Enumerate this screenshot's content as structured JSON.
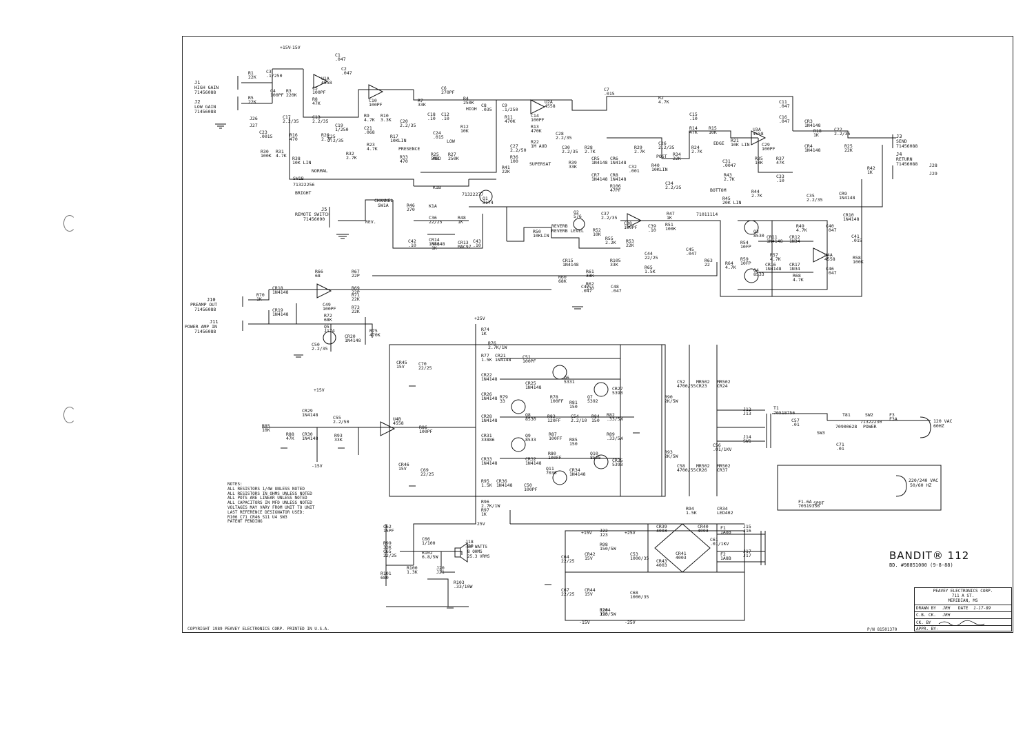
{
  "title": {
    "brand": "BANDIT® 112",
    "board_no": "BD. #98851000 (9-8-88)",
    "company": "PEAVEY ELECTRONICS CORP.",
    "address1": "711 A ST.",
    "address2": "MERIDIAN, MS",
    "drawn_by_label": "DRAWN BY",
    "drawn_by": "JRH",
    "date_label": "DATE",
    "date": "1-17-89",
    "cb_ck_label": "C.B. CK.",
    "cb_ck": "JRH",
    "ck_by_label": "CK. BY",
    "appr_label": "APPR. BY-"
  },
  "copyright": "COPYRIGHT 1989 PEAVEY ELECTRONICS CORP. PRINTED IN U.S.A.",
  "part_number": "P/N 81501370",
  "notes": [
    "NOTES:",
    "ALL RESISTORS 1/4W UNLESS NOTED",
    "ALL RESISTORS IN OHMS UNLESS NOTED",
    "ALL POTS ARE LINEAR UNLESS NOTED",
    "ALL CAPACITORS IN MFD UNLESS NOTED",
    "VOLTAGES MAY VARY FROM UNIT TO UNIT",
    "LAST REFERENCE DESIGNATOR USED:",
    "R106 C71 CR46 S11 U4 SW3",
    "PATENT PENDING"
  ],
  "speaker": {
    "line1": "80 WATTS",
    "line2": "8 OHMS",
    "line3": "25.3 VRMS"
  },
  "jacks": {
    "j1": "J1",
    "high_gain": "HIGH GAIN",
    "j1_part": "71456088",
    "j2": "J2",
    "low_gain": "LOW GAIN",
    "j2_part": "71456088",
    "j5": "J5",
    "remote": "REMOTE SWITCH",
    "j5_part": "71456090",
    "j10": "J10",
    "preamp_out": "PREAMP OUT",
    "j10_part": "71456088",
    "j11": "J11",
    "power_amp_in": "POWER AMP IN",
    "j11_part": "71456088",
    "j3": "J3",
    "send": "SEND",
    "j3_part": "71456088",
    "j4": "J4",
    "return": "RETURN",
    "j4_part": "71456088",
    "j28": "J28",
    "j29": "J29",
    "j26": "J26",
    "j27": "J27"
  },
  "labels": {
    "normal": "NORMAL",
    "bright": "BRIGHT",
    "sw1b": "SW1B",
    "sw1b_part": "71322256",
    "presence": "PRESENCE",
    "mid": "MID",
    "low": "LOW",
    "high": "HIGH",
    "supersat": "SUPERSAT",
    "post": "POST",
    "edge": "EDGE",
    "bottom": "BOTTOM",
    "reverb": "REVERB",
    "reverb_level": "REVERB LEVEL",
    "channel": "CHANNEL",
    "sw1a": "SW1A",
    "k1b": "K1B",
    "k1b_part": "71322277",
    "k1a": "K1A",
    "rev": "REV.",
    "reverb_tank": "71011114",
    "power_sw": "POWER",
    "spdt": "SPDT",
    "mains_120": "120 VAC",
    "mains_60": "60HZ",
    "mains_220": "220/240 VAC",
    "mains_50": "50/60 HZ",
    "t1": "T1",
    "t1_part": "70518756",
    "sw2": "SW2",
    "sw2_part": "71322230",
    "sw3": "SW3",
    "t81": "T81",
    "t81_part": "70900628"
  },
  "rails": {
    "p15": "+15V",
    "m15": "-15V",
    "p25": "+25V",
    "m25": "-25V"
  },
  "components": [
    {
      "t": "R1",
      "v": "22K"
    },
    {
      "t": "R5",
      "v": "22K"
    },
    {
      "t": "C3",
      "v": ".1/250"
    },
    {
      "t": "C4",
      "v": "100PF"
    },
    {
      "t": "R3",
      "v": "220K"
    },
    {
      "t": "C1",
      "v": ".047"
    },
    {
      "t": "C2",
      "v": ".047"
    },
    {
      "t": "U1A",
      "v": "4558"
    },
    {
      "t": "C5",
      "v": "100PF"
    },
    {
      "t": "R8",
      "v": "47K"
    },
    {
      "t": "C17",
      "v": "2.2/35"
    },
    {
      "t": "C13",
      "v": "2.2/35"
    },
    {
      "t": "C19",
      "v": "1/250"
    },
    {
      "t": "C25",
      "v": "2.2/35"
    },
    {
      "t": "R16",
      "v": "470"
    },
    {
      "t": "R26",
      "v": "2.7K"
    },
    {
      "t": "R30",
      "v": "100K"
    },
    {
      "t": "R31",
      "v": "4.7K"
    },
    {
      "t": "R38",
      "v": "10K LIN"
    },
    {
      "t": "C23",
      "v": ".0015"
    },
    {
      "t": "R9",
      "v": "4.7K"
    },
    {
      "t": "R10",
      "v": "3.3K"
    },
    {
      "t": "C10",
      "v": "100PF"
    },
    {
      "t": "C21",
      "v": ".068"
    },
    {
      "t": "R23",
      "v": "4.7K"
    },
    {
      "t": "R32",
      "v": "2.7K"
    },
    {
      "t": "R7",
      "v": "33K"
    },
    {
      "t": "C6",
      "v": "270PF"
    },
    {
      "t": "R4",
      "v": "250K"
    },
    {
      "t": "C18",
      "v": ".10"
    },
    {
      "t": "C12",
      "v": ".10"
    },
    {
      "t": "R12",
      "v": "10K"
    },
    {
      "t": "C24",
      "v": ".015"
    },
    {
      "t": "R25",
      "v": "50K"
    },
    {
      "t": "R27",
      "v": "250K"
    },
    {
      "t": "R33",
      "v": "470"
    },
    {
      "t": "R17",
      "v": "10KLIN"
    },
    {
      "t": "C20",
      "v": "2.2/35"
    },
    {
      "t": "C8",
      "v": ".035"
    },
    {
      "t": "C9",
      "v": ".1/250"
    },
    {
      "t": "R11",
      "v": "470K"
    },
    {
      "t": "C27",
      "v": "2.2/50"
    },
    {
      "t": "R36",
      "v": "100"
    },
    {
      "t": "R41",
      "v": "22K"
    },
    {
      "t": "C7",
      "v": ".015"
    },
    {
      "t": "R2",
      "v": "4.7K"
    },
    {
      "t": "U2A",
      "v": "4558"
    },
    {
      "t": "C14",
      "v": "100PF"
    },
    {
      "t": "R13",
      "v": "470K"
    },
    {
      "t": "R22",
      "v": "1M AUD"
    },
    {
      "t": "C28",
      "v": "2.2/35"
    },
    {
      "t": "C30",
      "v": "2.2/35"
    },
    {
      "t": "R28",
      "v": "2.7K"
    },
    {
      "t": "R39",
      "v": "33K"
    },
    {
      "t": "CR5",
      "v": "1N4148"
    },
    {
      "t": "CR6",
      "v": "1N4148"
    },
    {
      "t": "CR7",
      "v": "1N4148"
    },
    {
      "t": "CR8",
      "v": "1N4148"
    },
    {
      "t": "R106",
      "v": "47PF"
    },
    {
      "t": "C32",
      "v": ".001"
    },
    {
      "t": "R29",
      "v": "2.7K"
    },
    {
      "t": "R40",
      "v": "10KLIN"
    },
    {
      "t": "C34",
      "v": "2.2/35"
    },
    {
      "t": "C15",
      "v": ".10"
    },
    {
      "t": "R14",
      "v": "47K"
    },
    {
      "t": "R24",
      "v": "2.7K"
    },
    {
      "t": "R34",
      "v": "22K"
    },
    {
      "t": "C26",
      "v": "2.2/35"
    },
    {
      "t": "R15",
      "v": "10K"
    },
    {
      "t": "R21",
      "v": "10K LIN"
    },
    {
      "t": "C31",
      "v": ".0047"
    },
    {
      "t": "R43",
      "v": "2.7K"
    },
    {
      "t": "R45",
      "v": "20K LIN"
    },
    {
      "t": "R44",
      "v": "2.7K"
    },
    {
      "t": "U3A",
      "v": "4558"
    },
    {
      "t": "C29",
      "v": "100PF"
    },
    {
      "t": "R35",
      "v": "10K"
    },
    {
      "t": "R37",
      "v": "47K"
    },
    {
      "t": "C33",
      "v": ".10"
    },
    {
      "t": "C11",
      "v": ".047"
    },
    {
      "t": "C16",
      "v": ".047"
    },
    {
      "t": "CR3",
      "v": "1N4148"
    },
    {
      "t": "CR4",
      "v": "1N4148"
    },
    {
      "t": "R18",
      "v": "1K"
    },
    {
      "t": "C22",
      "v": "2.2/35"
    },
    {
      "t": "R25",
      "v": "22K"
    },
    {
      "t": "R42",
      "v": "1K"
    },
    {
      "t": "C35",
      "v": "2.2/35"
    },
    {
      "t": "CR9",
      "v": "1N4148"
    },
    {
      "t": "CR10",
      "v": "1N4148"
    },
    {
      "t": "C41",
      "v": ".015"
    },
    {
      "t": "R58",
      "v": "100K"
    },
    {
      "t": "R46",
      "v": "270"
    },
    {
      "t": "C36",
      "v": "22/25"
    },
    {
      "t": "R48",
      "v": "1K"
    },
    {
      "t": "CR14",
      "v": "1N4148"
    },
    {
      "t": "R56",
      "v": "1K"
    },
    {
      "t": "CR13",
      "v": "MAC97"
    },
    {
      "t": "C42",
      "v": ".10"
    },
    {
      "t": "C43",
      "v": ".10"
    },
    {
      "t": "Q1",
      "v": "J174"
    },
    {
      "t": "R50",
      "v": "10KLIN"
    },
    {
      "t": "Q2",
      "v": "576"
    },
    {
      "t": "R52",
      "v": "10K"
    },
    {
      "t": "C37",
      "v": "2.2/35"
    },
    {
      "t": "R55",
      "v": "2.2K"
    },
    {
      "t": "C38",
      "v": "100PF"
    },
    {
      "t": "R53",
      "v": "22K"
    },
    {
      "t": "R47",
      "v": "1K"
    },
    {
      "t": "R51",
      "v": "100K"
    },
    {
      "t": "C39",
      "v": ".10"
    },
    {
      "t": "C44",
      "v": "22/25"
    },
    {
      "t": "R65",
      "v": "1.5K"
    },
    {
      "t": "C45",
      "v": ".047"
    },
    {
      "t": "R63",
      "v": "22"
    },
    {
      "t": "R64",
      "v": "4.7K"
    },
    {
      "t": "Q3",
      "v": "8530"
    },
    {
      "t": "Q4",
      "v": "8533"
    },
    {
      "t": "R49",
      "v": "4.7K"
    },
    {
      "t": "CR11",
      "v": "1N4148"
    },
    {
      "t": "CR12",
      "v": "1N34"
    },
    {
      "t": "R57",
      "v": "4.7K"
    },
    {
      "t": "CR16",
      "v": "1N4148"
    },
    {
      "t": "CR17",
      "v": "1N34"
    },
    {
      "t": "R68",
      "v": "4.7K"
    },
    {
      "t": "U4A",
      "v": "4558"
    },
    {
      "t": "C40",
      "v": ".047"
    },
    {
      "t": "C46",
      "v": ".047"
    },
    {
      "t": "R54",
      "v": "10FP"
    },
    {
      "t": "R59",
      "v": "10FP"
    },
    {
      "t": "CR15",
      "v": "1N4148"
    },
    {
      "t": "R60",
      "v": "68K"
    },
    {
      "t": "R61",
      "v": "33K"
    },
    {
      "t": "R62",
      "v": "330"
    },
    {
      "t": "R105",
      "v": "33K"
    },
    {
      "t": "C47",
      "v": ".047"
    },
    {
      "t": "C48",
      "v": ".047"
    },
    {
      "t": "R66",
      "v": "68"
    },
    {
      "t": "R67",
      "v": "22P"
    },
    {
      "t": "R69",
      "v": "22P"
    },
    {
      "t": "R70",
      "v": "1K"
    },
    {
      "t": "CR18",
      "v": "1N4148"
    },
    {
      "t": "CR19",
      "v": "1N4148"
    },
    {
      "t": "C49",
      "v": "100PF"
    },
    {
      "t": "R71",
      "v": "22K"
    },
    {
      "t": "R72",
      "v": "68K"
    },
    {
      "t": "R73",
      "v": "22K"
    },
    {
      "t": "Q5",
      "v": "J174"
    },
    {
      "t": "CR20",
      "v": "1N4148"
    },
    {
      "t": "R75",
      "v": "470K"
    },
    {
      "t": "C50",
      "v": "2.2/35"
    },
    {
      "t": "R74",
      "v": "1K"
    },
    {
      "t": "R76",
      "v": "2.7K/1W"
    },
    {
      "t": "R77",
      "v": "1.5K"
    },
    {
      "t": "CR21",
      "v": "1N4148"
    },
    {
      "t": "C51",
      "v": "100PF"
    },
    {
      "t": "CR45",
      "v": "15V"
    },
    {
      "t": "C70",
      "v": "22/25"
    },
    {
      "t": "CR22",
      "v": "1N4148"
    },
    {
      "t": "CR25",
      "v": "1N4148"
    },
    {
      "t": "Q6",
      "v": "5331"
    },
    {
      "t": "CR26",
      "v": "1N4148"
    },
    {
      "t": "R79",
      "v": "33"
    },
    {
      "t": "CR28",
      "v": "1N4148"
    },
    {
      "t": "Q8",
      "v": "8530"
    },
    {
      "t": "R78",
      "v": "100FF"
    },
    {
      "t": "R81",
      "v": "150"
    },
    {
      "t": "Q7",
      "v": "5392"
    },
    {
      "t": "CR27",
      "v": "5393"
    },
    {
      "t": "R82",
      "v": ".33/5W"
    },
    {
      "t": "R83",
      "v": "120FF"
    },
    {
      "t": "C54",
      "v": "2.2/10"
    },
    {
      "t": "R84",
      "v": "150"
    },
    {
      "t": "R87",
      "v": "100FF"
    },
    {
      "t": "R85",
      "v": "150"
    },
    {
      "t": "R89",
      "v": ".33/5W"
    },
    {
      "t": "CR31",
      "v": "33886"
    },
    {
      "t": "Q9",
      "v": "8533"
    },
    {
      "t": "R80",
      "v": "100FF"
    },
    {
      "t": "Q10",
      "v": "8505"
    },
    {
      "t": "CR35",
      "v": "5393"
    },
    {
      "t": "CR33",
      "v": "1N4148"
    },
    {
      "t": "CR32",
      "v": "1N4148"
    },
    {
      "t": "CR34",
      "v": "1N4148"
    },
    {
      "t": "Q11",
      "v": "7036"
    },
    {
      "t": "R95",
      "v": "1.5K"
    },
    {
      "t": "CR36",
      "v": "1N4148"
    },
    {
      "t": "C50",
      "v": "100PF"
    },
    {
      "t": "R96",
      "v": "2.7K/1W"
    },
    {
      "t": "R97",
      "v": "1K"
    },
    {
      "t": "CR46",
      "v": "15V"
    },
    {
      "t": "C69",
      "v": "22/25"
    },
    {
      "t": "R85",
      "v": "10K"
    },
    {
      "t": "CR29",
      "v": "1N4148"
    },
    {
      "t": "C55",
      "v": "2.2/50"
    },
    {
      "t": "R88",
      "v": "47K"
    },
    {
      "t": "CR30",
      "v": "1N4148"
    },
    {
      "t": "R93",
      "v": "33K"
    },
    {
      "t": "U4B",
      "v": "4558"
    },
    {
      "t": "R86",
      "v": "100PF"
    },
    {
      "t": "R90",
      "v": "2K/5W"
    },
    {
      "t": "C52",
      "v": "4700/55"
    },
    {
      "t": "MR502",
      "v": "CR23"
    },
    {
      "t": "MR502",
      "v": "CR24"
    },
    {
      "t": "R93",
      "v": "2K/5W"
    },
    {
      "t": "C56",
      "v": ".01/1KV"
    },
    {
      "t": "C58",
      "v": "4700/55"
    },
    {
      "t": "MR502",
      "v": "CR26"
    },
    {
      "t": "MR502",
      "v": "CR37"
    },
    {
      "t": "C57",
      "v": ".01"
    },
    {
      "t": "C71",
      "v": ".01"
    },
    {
      "t": "J12",
      "v": "J13"
    },
    {
      "t": "J14",
      "v": "SW1"
    },
    {
      "t": "F3",
      "v": "F3A"
    },
    {
      "t": "C62",
      "v": "15PF"
    },
    {
      "t": "R99",
      "v": "33K"
    },
    {
      "t": "C65",
      "v": "22/25"
    },
    {
      "t": "R101",
      "v": "680"
    },
    {
      "t": "C66",
      "v": "1/100"
    },
    {
      "t": "R102",
      "v": "6.8/5W"
    },
    {
      "t": "R100",
      "v": "1.3K"
    },
    {
      "t": "R103",
      "v": ".33/10W"
    },
    {
      "t": "J18",
      "v": "J19"
    },
    {
      "t": "J20",
      "v": "J21"
    },
    {
      "t": "C64",
      "v": "22/25"
    },
    {
      "t": "CR42",
      "v": "15V"
    },
    {
      "t": "C67",
      "v": "22/25"
    },
    {
      "t": "CR44",
      "v": "15V"
    },
    {
      "t": "R98",
      "v": "150/5W"
    },
    {
      "t": "R104",
      "v": "150/5W"
    },
    {
      "t": "J22",
      "v": "J23"
    },
    {
      "t": "J24",
      "v": "J25"
    },
    {
      "t": "C53",
      "v": "1000/35"
    },
    {
      "t": "C68",
      "v": "1000/35"
    },
    {
      "t": "CR39",
      "v": "4003"
    },
    {
      "t": "CR40",
      "v": "4003"
    },
    {
      "t": "CR41",
      "v": "4003"
    },
    {
      "t": "CR43",
      "v": "4003"
    },
    {
      "t": "R94",
      "v": "1.5K"
    },
    {
      "t": "CR34",
      "v": "LED402"
    },
    {
      "t": "C61",
      "v": ".01/1KV"
    },
    {
      "t": "F1",
      "v": "1A8B"
    },
    {
      "t": "F2",
      "v": "1A8B"
    },
    {
      "t": "J15",
      "v": "J16"
    },
    {
      "t": "J17",
      "v": "J17"
    },
    {
      "t": "F1.6A",
      "v": "70519356"
    }
  ]
}
